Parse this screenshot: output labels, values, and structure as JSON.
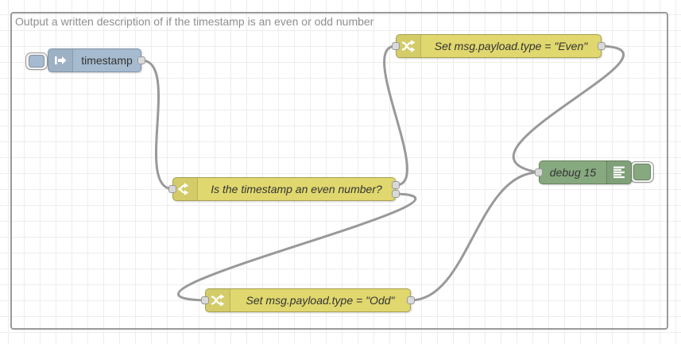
{
  "group": {
    "label": "Output a written description of if the timestamp is an even or odd number"
  },
  "nodes": {
    "inject": {
      "label": "timestamp",
      "type": "inject"
    },
    "switch": {
      "label": "Is the timestamp an even number?",
      "type": "switch",
      "outputs": 2
    },
    "change_even": {
      "label": "Set msg.payload.type = \"Even\"",
      "type": "change"
    },
    "change_odd": {
      "label": "Set msg.payload.type = \"Odd\"",
      "type": "change"
    },
    "debug": {
      "label": "debug 15",
      "type": "debug"
    }
  },
  "icons": {
    "inject": "inject-arrow-icon",
    "switch": "fork-arrows-icon",
    "change": "shuffle-arrows-icon",
    "debug": "list-lines-icon"
  },
  "colors": {
    "inject_fill": "#a6bbcf",
    "inject_border": "#7e93a6",
    "function_fill": "#e0d76e",
    "function_border": "#a7a052",
    "debug_fill": "#87a980",
    "debug_border": "#69815f",
    "wire": "#999999",
    "port_fill": "#d9d9d9",
    "port_border": "#999999",
    "grid_line": "#ededed",
    "group_border": "#999999",
    "group_label": "#8f8f8f",
    "node_label": "#333333"
  }
}
